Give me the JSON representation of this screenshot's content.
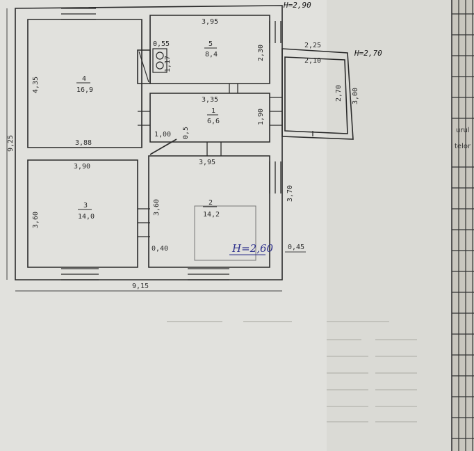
{
  "plan": {
    "height_labels": {
      "main": "H=2,90",
      "porch": "H=2,70",
      "handwritten": "H=2,60"
    },
    "rooms": [
      {
        "number": "5",
        "area": "8,4"
      },
      {
        "number": "4",
        "area": "16,9"
      },
      {
        "number": "1",
        "area": "6,6"
      },
      {
        "number": "3",
        "area": "14,0"
      },
      {
        "number": "2",
        "area": "14,2"
      }
    ],
    "dimensions": {
      "top_room5": "3,95",
      "side_room5": "2,30",
      "niche_w": "0,55",
      "niche_h": "1,17",
      "room4_h": "4,35",
      "room4_w": "3,88",
      "room1_top": "3,35",
      "room1_side": "1,90",
      "overall_h": "9,25",
      "room3_w": "3,90",
      "room3_h": "3,60",
      "corr_w": "1,00",
      "corr_small": "0,5",
      "room2_w": "3,95",
      "room2_h": "3,60",
      "room2_side": "3,70",
      "wall_left": "0,40",
      "wall_right": "0,45",
      "overall_w": "9,15",
      "porch_w_out": "2,25",
      "porch_w_in": "2,10",
      "porch_h_in": "2,70",
      "porch_h_out": "3,00"
    },
    "side_text": [
      "urul",
      "telor"
    ]
  }
}
